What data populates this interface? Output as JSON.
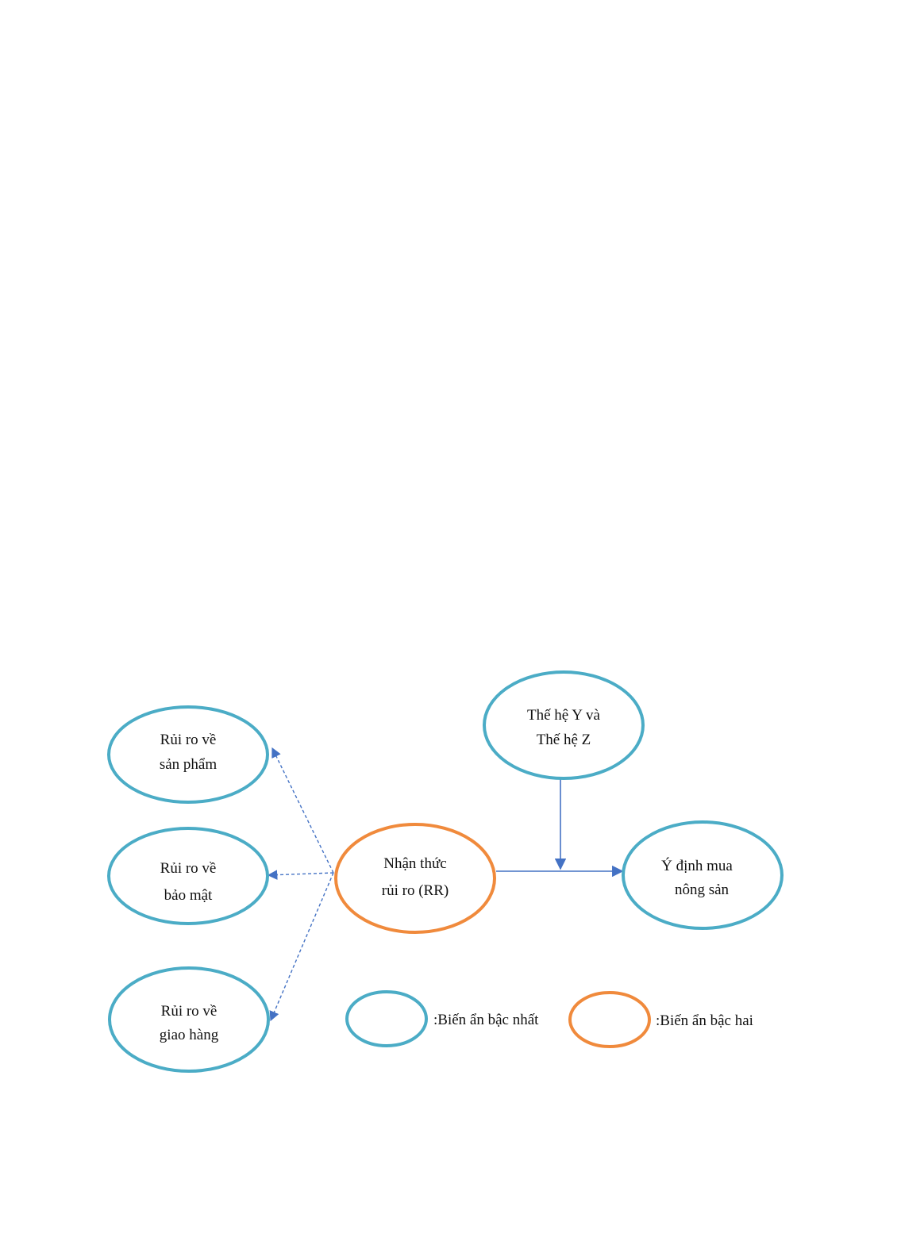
{
  "colors": {
    "first_order": "#4bacc6",
    "second_order": "#f08a3c",
    "arrow": "#4472c4"
  },
  "nodes": {
    "product_risk": [
      "Rủi ro về",
      "sản phẩm"
    ],
    "security_risk": [
      "Rủi ro về",
      "bảo mật"
    ],
    "delivery_risk": [
      "Rủi ro về",
      "giao hàng"
    ],
    "perceived_risk": [
      "Nhận thức",
      "rủi ro (RR)"
    ],
    "generation": [
      "Thế hệ Y và",
      "Thế hệ Z"
    ],
    "purchase_intention": [
      "Ý định mua",
      "nông sản"
    ]
  },
  "legend": {
    "first_order_label": ":Biến ẩn bậc nhất",
    "second_order_label": ":Biến ẩn bậc hai"
  },
  "edges": [
    {
      "from": "perceived_risk",
      "to": "product_risk",
      "style": "dashed"
    },
    {
      "from": "perceived_risk",
      "to": "security_risk",
      "style": "dashed"
    },
    {
      "from": "perceived_risk",
      "to": "delivery_risk",
      "style": "dashed"
    },
    {
      "from": "perceived_risk",
      "to": "purchase_intention",
      "style": "solid"
    },
    {
      "from": "generation",
      "to": "perceived_risk->purchase_intention",
      "style": "solid",
      "type": "moderation"
    }
  ]
}
